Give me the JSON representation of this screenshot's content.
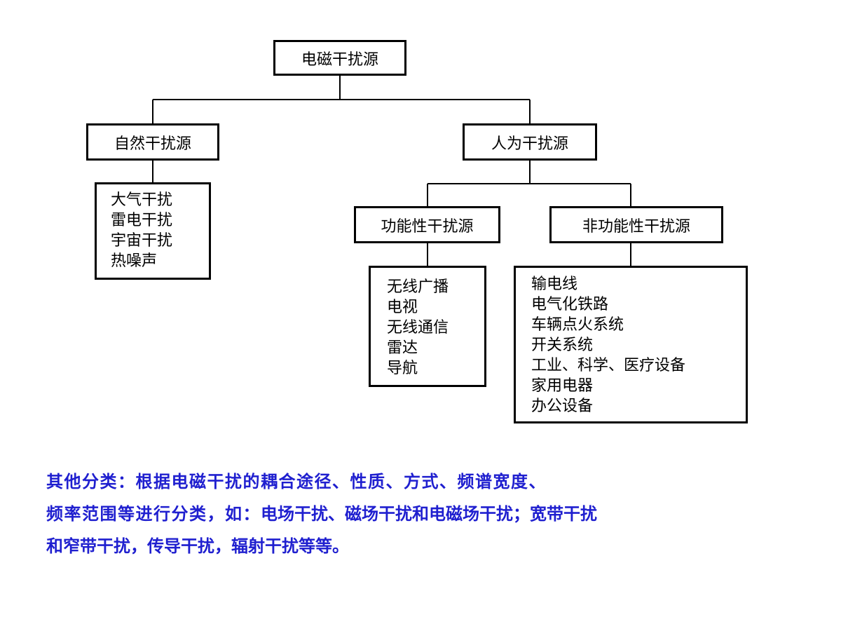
{
  "diagram": {
    "root": "电磁干扰源",
    "natural": {
      "label": "自然干扰源",
      "items": [
        "大气干扰",
        "雷电干扰",
        "宇宙干扰",
        "热噪声"
      ]
    },
    "human": {
      "label": "人为干扰源",
      "functional": {
        "label": "功能性干扰源",
        "items": [
          "无线广播",
          "电视",
          "无线通信",
          "雷达",
          "导航"
        ]
      },
      "nonfunctional": {
        "label": "非功能性干扰源",
        "items": [
          "输电线",
          "电气化铁路",
          "车辆点火系统",
          "开关系统",
          "工业、科学、医疗设备",
          "家用电器",
          "办公设备"
        ]
      }
    }
  },
  "other_note": {
    "line1": "其他分类：根据电磁干扰的耦合途径、性质、方式、频谱宽度、",
    "line2_a": "频率范围等进行分类，如：",
    "line2_b": "电场干扰、磁场干扰和电磁场干扰；宽带干扰",
    "line3": "和窄带干扰，传导干扰，辐射干扰等等。",
    "color": "#1f1fcf"
  }
}
